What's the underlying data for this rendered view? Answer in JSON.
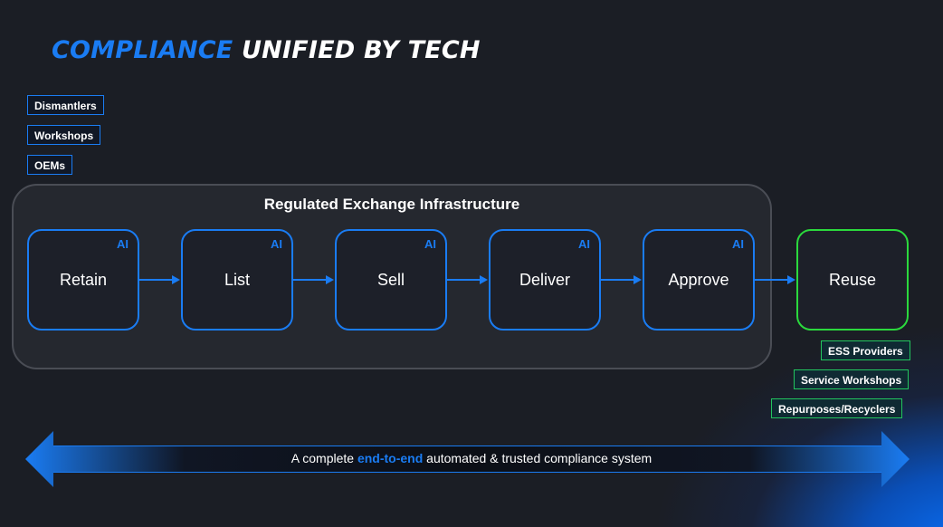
{
  "title": {
    "accent": "COMPLIANCE",
    "rest": "UNIFIED BY TECH"
  },
  "sources": [
    "Dismantlers",
    "Workshops",
    "OEMs"
  ],
  "infrastructure": {
    "title": "Regulated Exchange Infrastructure"
  },
  "steps": [
    {
      "label": "Retain",
      "badge": "AI"
    },
    {
      "label": "List",
      "badge": "AI"
    },
    {
      "label": "Sell",
      "badge": "AI"
    },
    {
      "label": "Deliver",
      "badge": "AI"
    },
    {
      "label": "Approve",
      "badge": "AI"
    }
  ],
  "outcome": {
    "label": "Reuse"
  },
  "destinations": [
    "ESS Providers",
    "Service Workshops",
    "Repurposes/Recyclers"
  ],
  "banner": {
    "prefix": "A complete ",
    "highlight": "end-to-end",
    "suffix": " automated & trusted compliance system"
  },
  "colors": {
    "accent": "#1a7cf3",
    "green": "#2bd93d",
    "background": "#1b1e25"
  }
}
